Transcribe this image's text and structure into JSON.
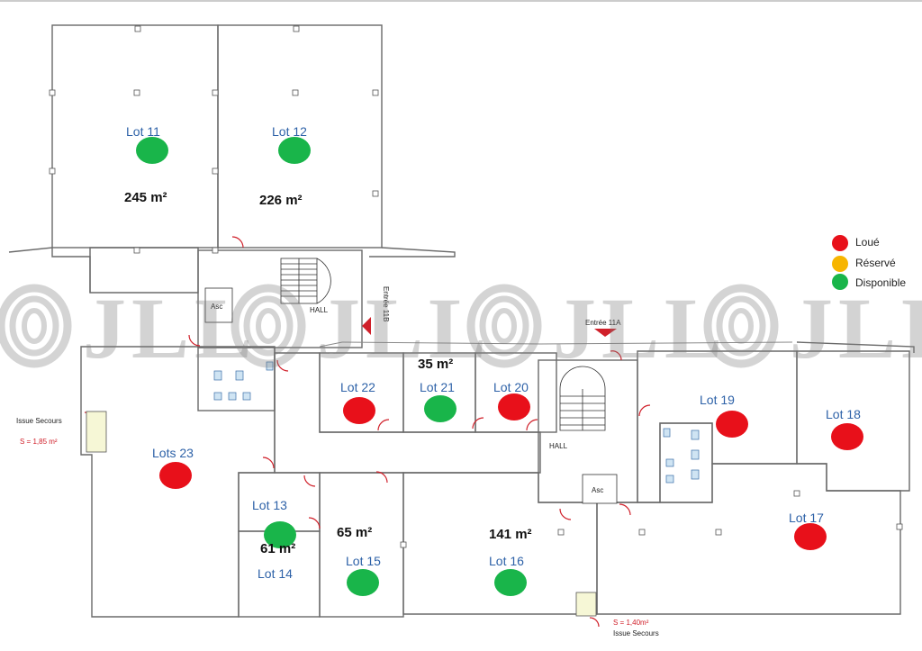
{
  "colors": {
    "lot_fill": "#f9dedf",
    "common_fill": "#f6f7d6",
    "lot23_fill": "#e9e9e9",
    "wall": "#6a6a6a",
    "loue": "#e8101a",
    "reserve": "#f7b500",
    "disponible": "#19b54a",
    "lot_label": "#2e62a8"
  },
  "legend": [
    {
      "id": "loue",
      "label": "Loué",
      "color": "#e8101a"
    },
    {
      "id": "reserve",
      "label": "Réservé",
      "color": "#f7b500"
    },
    {
      "id": "disponible",
      "label": "Disponible",
      "color": "#19b54a"
    }
  ],
  "lots": [
    {
      "id": "lot-11",
      "label": "Lot 11",
      "area": "245 m²",
      "status": "disponible"
    },
    {
      "id": "lot-12",
      "label": "Lot 12",
      "area": "226 m²",
      "status": "disponible"
    },
    {
      "id": "lot-13",
      "label": "Lot 13",
      "area": "61 m²",
      "status": "disponible"
    },
    {
      "id": "lot-14",
      "label": "Lot 14",
      "area": "",
      "status": ""
    },
    {
      "id": "lot-15",
      "label": "Lot 15",
      "area": "65 m²",
      "status": "disponible"
    },
    {
      "id": "lot-16",
      "label": "Lot 16",
      "area": "141 m²",
      "status": "disponible"
    },
    {
      "id": "lot-17",
      "label": "Lot 17",
      "area": "",
      "status": "loue"
    },
    {
      "id": "lot-18",
      "label": "Lot 18",
      "area": "",
      "status": "loue"
    },
    {
      "id": "lot-19",
      "label": "Lot 19",
      "area": "",
      "status": "loue"
    },
    {
      "id": "lot-20",
      "label": "Lot 20",
      "area": "",
      "status": "loue"
    },
    {
      "id": "lot-21",
      "label": "Lot 21",
      "area": "35 m²",
      "status": "disponible"
    },
    {
      "id": "lot-22",
      "label": "Lot 22",
      "area": "",
      "status": "loue"
    },
    {
      "id": "lots-23",
      "label": "Lots 23",
      "area": "",
      "status": "loue"
    }
  ],
  "labels": {
    "hall": "HALL",
    "asc": "Asc",
    "entree_11b": "Entrée 11B",
    "entree_11a": "Entrée 11A",
    "issue_secours": "Issue Secours",
    "issue_secours_left_note": "S = 1,85 m²",
    "issue_secours_bottom_note": "S = 1,40m²"
  },
  "watermark": {
    "text": "JLL"
  }
}
